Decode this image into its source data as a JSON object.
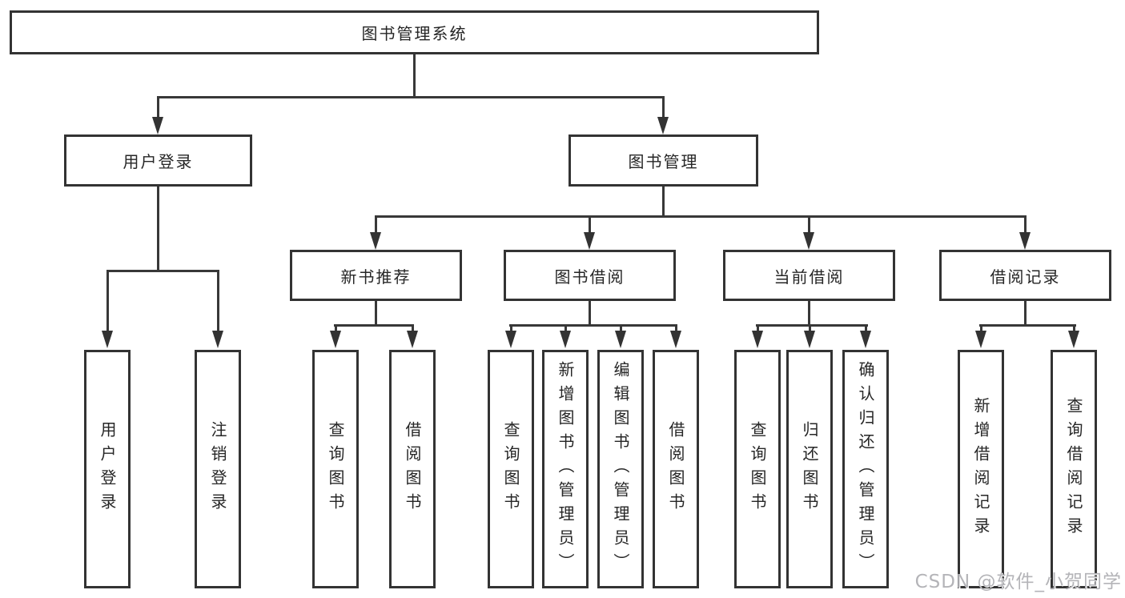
{
  "diagram_title": "图书管理系统",
  "tree": {
    "label": "图书管理系统",
    "children": [
      {
        "label": "用户登录",
        "children": [
          {
            "label": "用户登录"
          },
          {
            "label": "注销登录"
          }
        ]
      },
      {
        "label": "图书管理",
        "children": [
          {
            "label": "新书推荐",
            "children": [
              {
                "label": "查询图书"
              },
              {
                "label": "借阅图书"
              }
            ]
          },
          {
            "label": "图书借阅",
            "children": [
              {
                "label": "查询图书"
              },
              {
                "label": "新增图书（管理员）"
              },
              {
                "label": "编辑图书（管理员）"
              },
              {
                "label": "借阅图书"
              }
            ]
          },
          {
            "label": "当前借阅",
            "children": [
              {
                "label": "查询图书"
              },
              {
                "label": "归还图书"
              },
              {
                "label": "确认归还（管理员）"
              }
            ]
          },
          {
            "label": "借阅记录",
            "children": [
              {
                "label": "新增借阅记录"
              },
              {
                "label": "查询借阅记录"
              }
            ]
          }
        ]
      }
    ]
  },
  "watermark": {
    "text": "CSDN @软件_小贺同学"
  },
  "colors": {
    "background": "#ffffff",
    "box_border": "#333333",
    "box_fill": "#ffffff",
    "line": "#383838",
    "text": "#262626",
    "watermark": "#b4b4b8"
  }
}
